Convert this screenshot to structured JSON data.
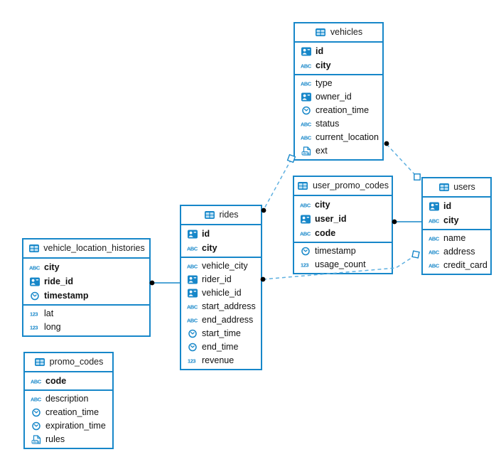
{
  "colors": {
    "accent": "#1787c9",
    "dashed_line": "#5fb0e0",
    "marker_dot": "#000000",
    "background": "#ffffff",
    "text": "#111111"
  },
  "icons": {
    "table": "table-icon",
    "id": "id-badge-icon",
    "text": "abc-string-icon",
    "time": "clock-icon",
    "number": "123-number-icon",
    "json": "json-document-icon"
  },
  "tables": [
    {
      "name": "vehicles",
      "primary": [
        {
          "name": "id",
          "type": "id"
        },
        {
          "name": "city",
          "type": "text"
        }
      ],
      "columns": [
        {
          "name": "type",
          "type": "text"
        },
        {
          "name": "owner_id",
          "type": "id"
        },
        {
          "name": "creation_time",
          "type": "time"
        },
        {
          "name": "status",
          "type": "text"
        },
        {
          "name": "current_location",
          "type": "text"
        },
        {
          "name": "ext",
          "type": "json"
        }
      ]
    },
    {
      "name": "user_promo_codes",
      "primary": [
        {
          "name": "city",
          "type": "text"
        },
        {
          "name": "user_id",
          "type": "id"
        },
        {
          "name": "code",
          "type": "text"
        }
      ],
      "columns": [
        {
          "name": "timestamp",
          "type": "time"
        },
        {
          "name": "usage_count",
          "type": "number"
        }
      ]
    },
    {
      "name": "users",
      "primary": [
        {
          "name": "id",
          "type": "id"
        },
        {
          "name": "city",
          "type": "text"
        }
      ],
      "columns": [
        {
          "name": "name",
          "type": "text"
        },
        {
          "name": "address",
          "type": "text"
        },
        {
          "name": "credit_card",
          "type": "text"
        }
      ]
    },
    {
      "name": "rides",
      "primary": [
        {
          "name": "id",
          "type": "id"
        },
        {
          "name": "city",
          "type": "text"
        }
      ],
      "columns": [
        {
          "name": "vehicle_city",
          "type": "text"
        },
        {
          "name": "rider_id",
          "type": "id"
        },
        {
          "name": "vehicle_id",
          "type": "id"
        },
        {
          "name": "start_address",
          "type": "text"
        },
        {
          "name": "end_address",
          "type": "text"
        },
        {
          "name": "start_time",
          "type": "time"
        },
        {
          "name": "end_time",
          "type": "time"
        },
        {
          "name": "revenue",
          "type": "number"
        }
      ]
    },
    {
      "name": "vehicle_location_histories",
      "primary": [
        {
          "name": "city",
          "type": "text"
        },
        {
          "name": "ride_id",
          "type": "id"
        },
        {
          "name": "timestamp",
          "type": "time"
        }
      ],
      "columns": [
        {
          "name": "lat",
          "type": "number"
        },
        {
          "name": "long",
          "type": "number"
        }
      ]
    },
    {
      "name": "promo_codes",
      "primary": [
        {
          "name": "code",
          "type": "text"
        }
      ],
      "columns": [
        {
          "name": "description",
          "type": "text"
        },
        {
          "name": "creation_time",
          "type": "time"
        },
        {
          "name": "expiration_time",
          "type": "time"
        },
        {
          "name": "rules",
          "type": "json"
        }
      ]
    }
  ],
  "relationships": [
    {
      "from": "vehicle_location_histories",
      "to": "rides",
      "style": "solid"
    },
    {
      "from": "user_promo_codes",
      "to": "users",
      "style": "solid"
    },
    {
      "from": "rides",
      "to": "vehicles",
      "style": "dashed"
    },
    {
      "from": "users",
      "to": "vehicles",
      "style": "dashed"
    },
    {
      "from": "rides",
      "to": "users",
      "style": "dashed"
    }
  ]
}
